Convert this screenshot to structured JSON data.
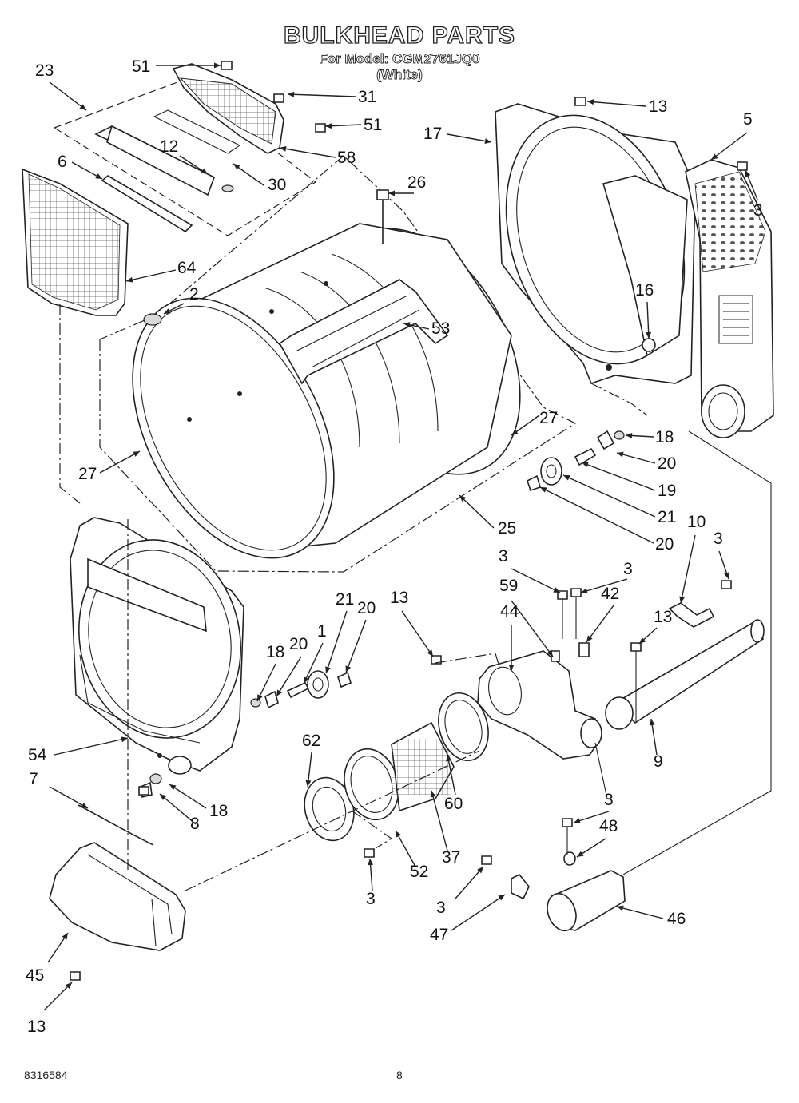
{
  "header": {
    "title": "BULKHEAD PARTS",
    "model_line": "For Model: CGM2761JQ0",
    "color_line": "(White)"
  },
  "footer": {
    "doc_number": "8316584",
    "page_number": "8"
  },
  "callouts": [
    {
      "id": "c51a",
      "label": "51"
    },
    {
      "id": "c23",
      "label": "23"
    },
    {
      "id": "c31",
      "label": "31"
    },
    {
      "id": "c51b",
      "label": "51"
    },
    {
      "id": "c58",
      "label": "58"
    },
    {
      "id": "c6",
      "label": "6"
    },
    {
      "id": "c12",
      "label": "12"
    },
    {
      "id": "c30",
      "label": "30"
    },
    {
      "id": "c13a",
      "label": "13"
    },
    {
      "id": "c17",
      "label": "17"
    },
    {
      "id": "c5",
      "label": "5"
    },
    {
      "id": "c3a",
      "label": "3"
    },
    {
      "id": "c26",
      "label": "26"
    },
    {
      "id": "c64",
      "label": "64"
    },
    {
      "id": "c2",
      "label": "2"
    },
    {
      "id": "c53",
      "label": "53"
    },
    {
      "id": "c16",
      "label": "16"
    },
    {
      "id": "c27a",
      "label": "27"
    },
    {
      "id": "c27b",
      "label": "27"
    },
    {
      "id": "c18a",
      "label": "18"
    },
    {
      "id": "c20a",
      "label": "20"
    },
    {
      "id": "c19",
      "label": "19"
    },
    {
      "id": "c21a",
      "label": "21"
    },
    {
      "id": "c20b",
      "label": "20"
    },
    {
      "id": "c25",
      "label": "25"
    },
    {
      "id": "c10",
      "label": "10"
    },
    {
      "id": "c3b",
      "label": "3"
    },
    {
      "id": "c3c",
      "label": "3"
    },
    {
      "id": "c3d",
      "label": "3"
    },
    {
      "id": "c59",
      "label": "59"
    },
    {
      "id": "c42",
      "label": "42"
    },
    {
      "id": "c13b",
      "label": "13"
    },
    {
      "id": "c44",
      "label": "44"
    },
    {
      "id": "c13c",
      "label": "13"
    },
    {
      "id": "c18b",
      "label": "18"
    },
    {
      "id": "c20c",
      "label": "20"
    },
    {
      "id": "c1",
      "label": "1"
    },
    {
      "id": "c21b",
      "label": "21"
    },
    {
      "id": "c20d",
      "label": "20"
    },
    {
      "id": "c9",
      "label": "9"
    },
    {
      "id": "c54",
      "label": "54"
    },
    {
      "id": "c62",
      "label": "62"
    },
    {
      "id": "c60",
      "label": "60"
    },
    {
      "id": "c7",
      "label": "7"
    },
    {
      "id": "c8",
      "label": "8"
    },
    {
      "id": "c18c",
      "label": "18"
    },
    {
      "id": "c3e",
      "label": "3"
    },
    {
      "id": "c48",
      "label": "48"
    },
    {
      "id": "c52",
      "label": "52"
    },
    {
      "id": "c37",
      "label": "37"
    },
    {
      "id": "c3f",
      "label": "3"
    },
    {
      "id": "c3g",
      "label": "3"
    },
    {
      "id": "c47",
      "label": "47"
    },
    {
      "id": "c46",
      "label": "46"
    },
    {
      "id": "c45",
      "label": "45"
    },
    {
      "id": "c13d",
      "label": "13"
    }
  ]
}
